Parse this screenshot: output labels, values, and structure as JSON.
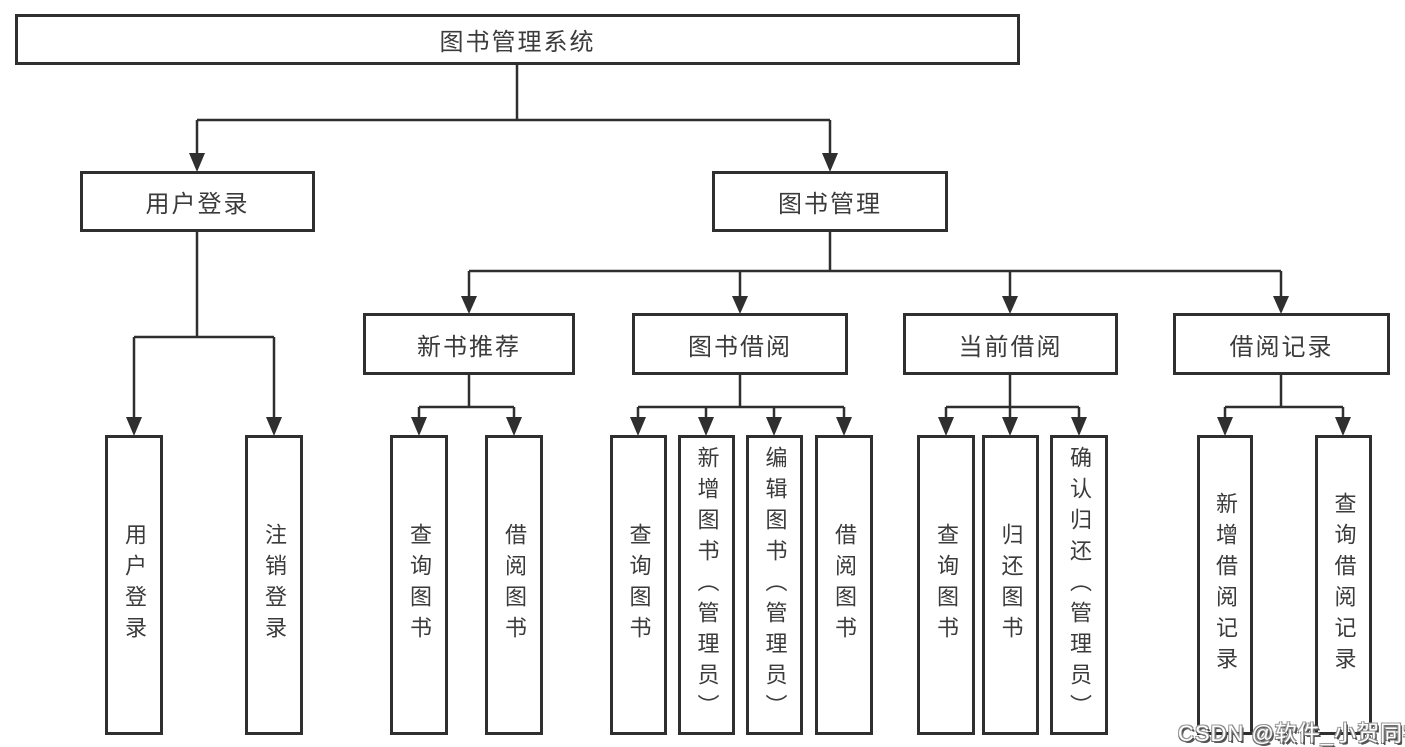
{
  "nodes": {
    "root": "图书管理系统",
    "user_login": "用户登录",
    "book_mgmt": "图书管理",
    "new_book_rec": "新书推荐",
    "book_lending": "图书借阅",
    "current_lending": "当前借阅",
    "lending_records": "借阅记录",
    "ul_login": "用户登录",
    "ul_logout": "注销登录",
    "nb_query": "查询图书",
    "nb_borrow": "借阅图书",
    "bl_query": "查询图书",
    "bl_add": "新增图书（管理员）",
    "bl_edit": "编辑图书（管理员）",
    "bl_borrow": "借阅图书",
    "cl_query": "查询图书",
    "cl_return": "归还图书",
    "cl_confirm": "确认归还（管理员）",
    "lr_add": "新增借阅记录",
    "lr_query": "查询借阅记录"
  },
  "watermark": "CSDN @软件_小贺同学",
  "colors": {
    "line": "#2f2f2f",
    "text": "#3b3b3b",
    "background": "#ffffff",
    "watermark_fill": "#ffffff",
    "watermark_outline": "#5a5a5a"
  }
}
